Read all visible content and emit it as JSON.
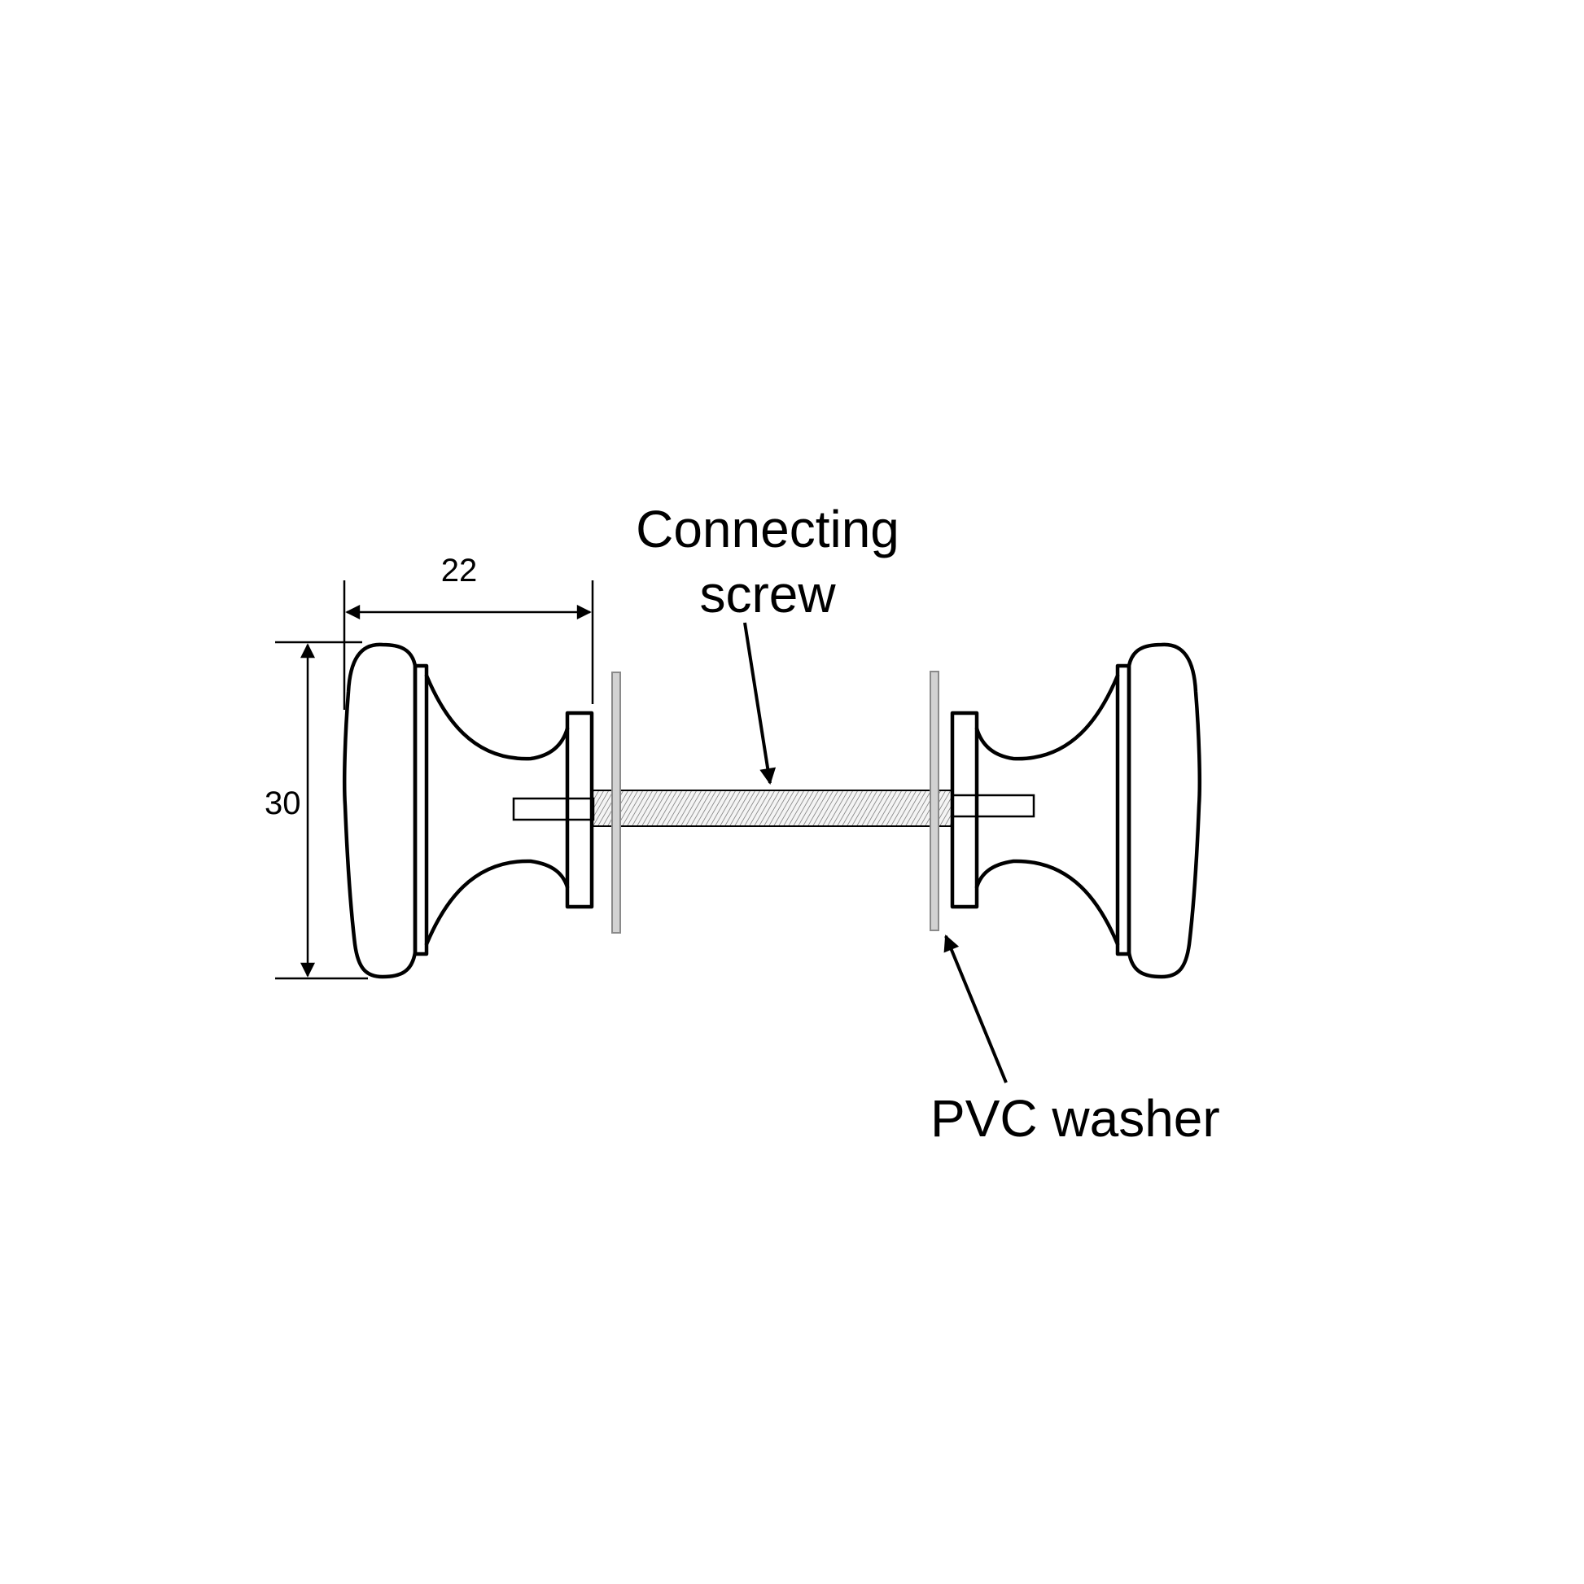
{
  "labels": {
    "connecting_screw_line1": "Connecting",
    "connecting_screw_line2": "screw",
    "pvc_washer": "PVC washer",
    "dim_width": "22",
    "dim_height": "30"
  },
  "colors": {
    "ink": "#000000",
    "washer": "#bdbdbd",
    "background": "#ffffff"
  }
}
